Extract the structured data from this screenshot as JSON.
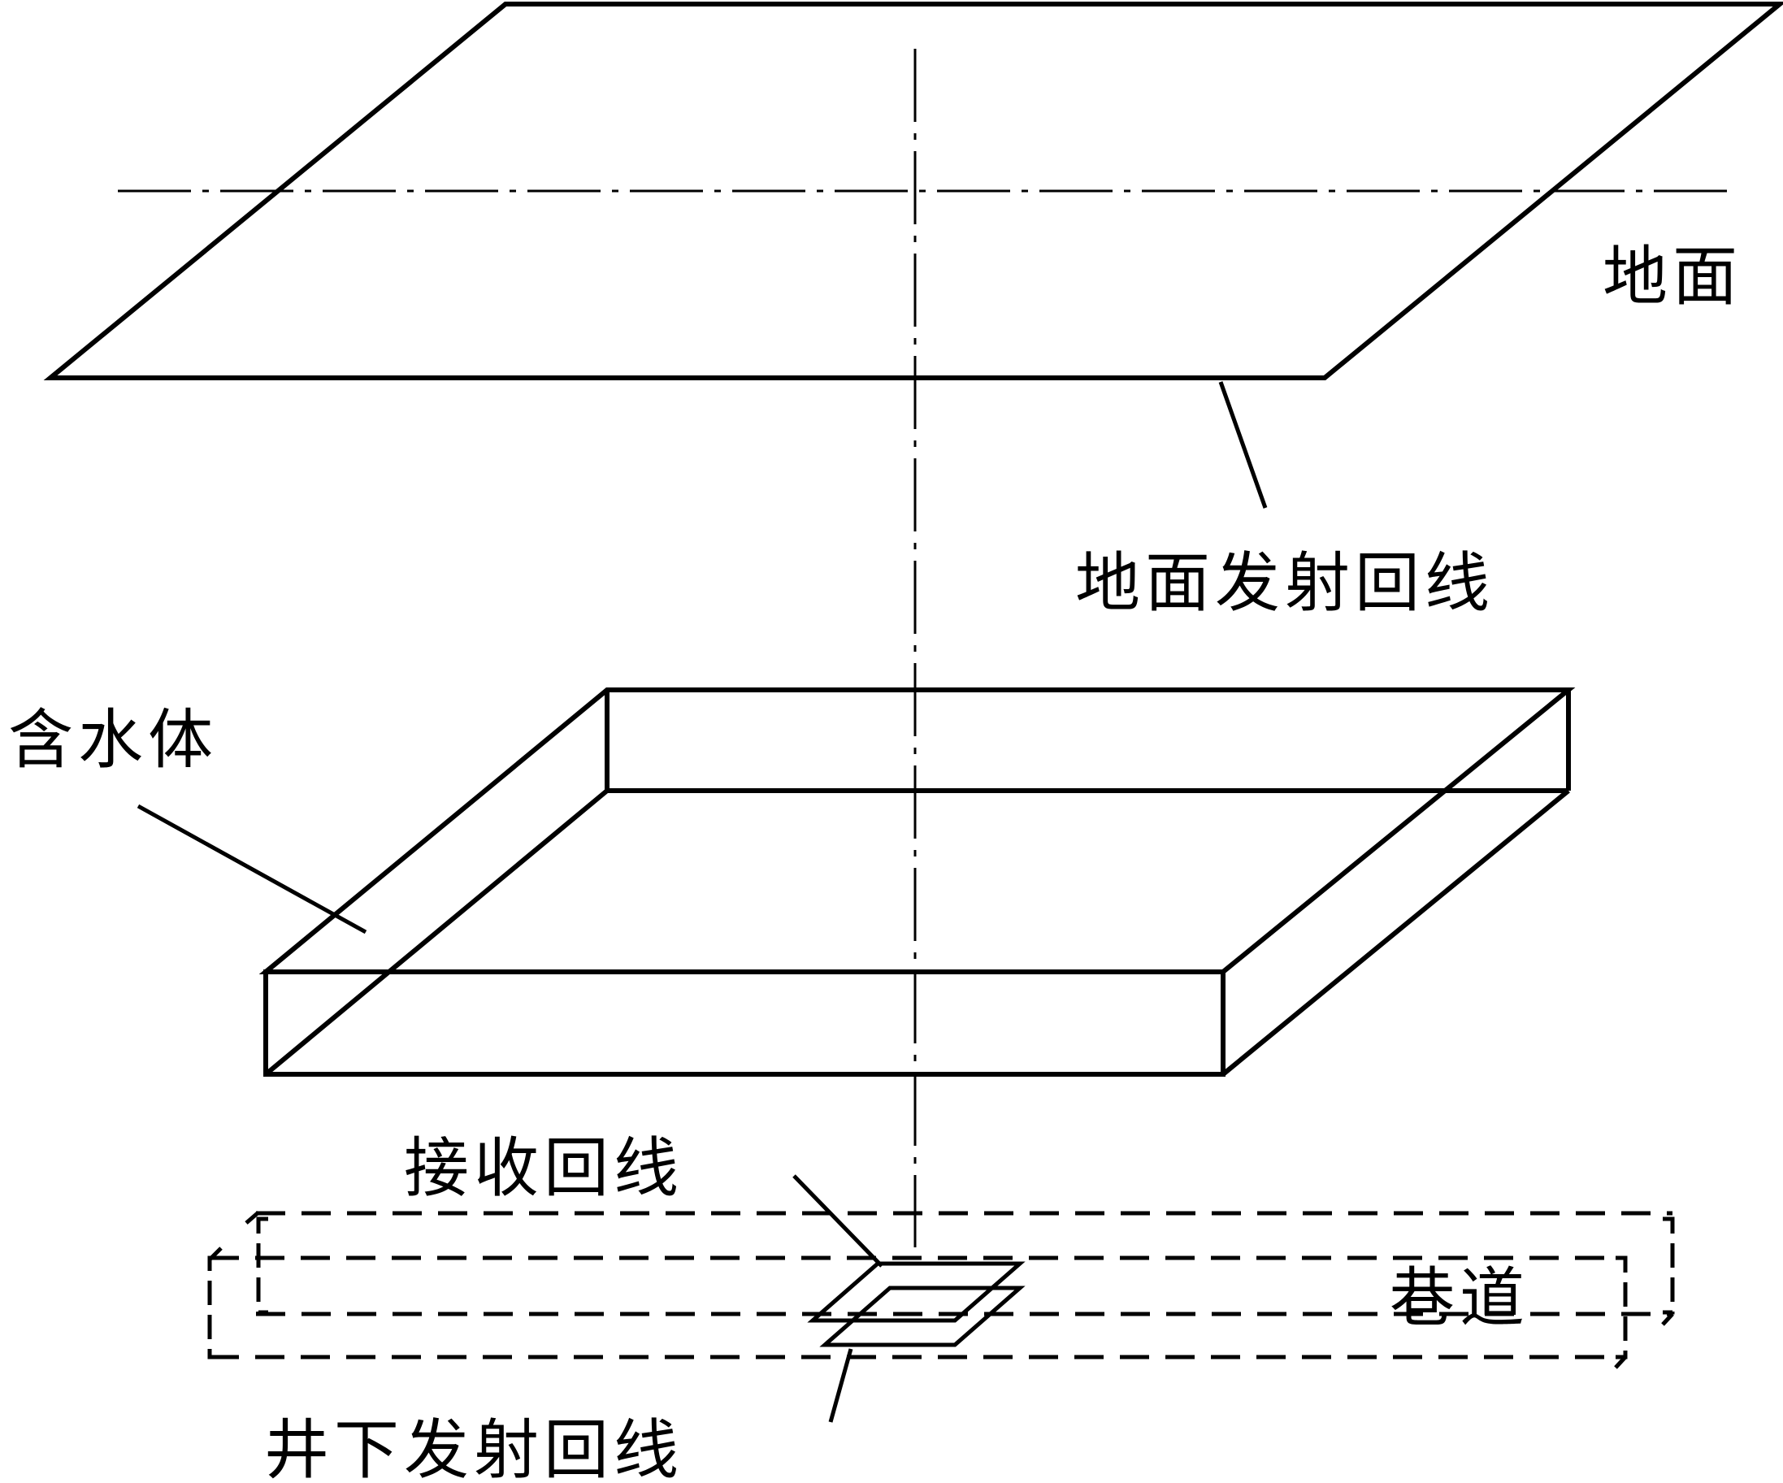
{
  "labels": {
    "ground": "地面",
    "ground_transmit_loop": "地面发射回线",
    "water_body": "含水体",
    "receive_loop": "接收回线",
    "tunnel": "巷道",
    "underground_transmit_loop": "井下发射回线"
  }
}
